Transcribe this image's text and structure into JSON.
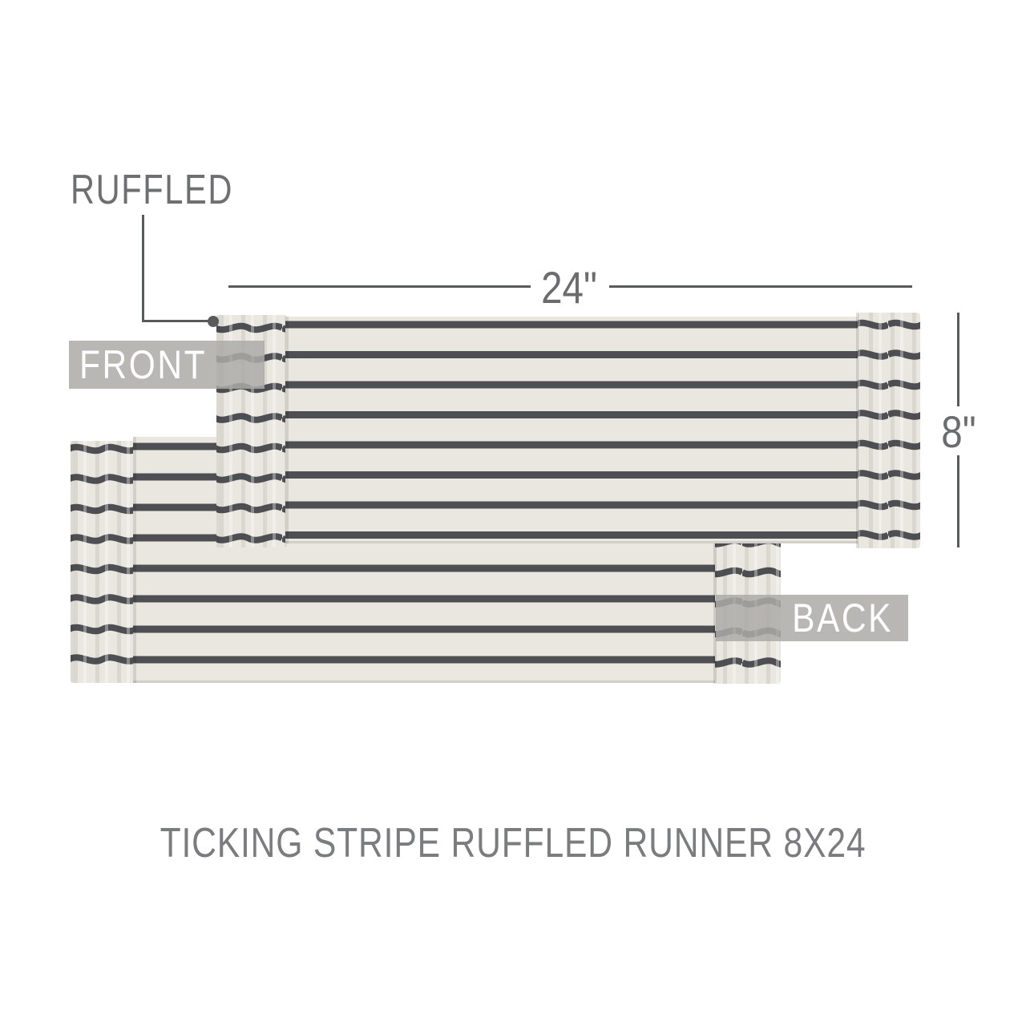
{
  "product_diagram": {
    "ruffled_callout": "RUFFLED",
    "front_view_label": "FRONT",
    "back_view_label": "BACK",
    "width_dimension": "24\"",
    "height_dimension": "8\"",
    "caption": "TICKING STRIPE RUFFLED RUNNER 8X24"
  },
  "colors": {
    "fabric_cream": "#eae7e0",
    "stripe_charcoal": "#4d4f52",
    "annotation_text_gray": "#6e6f71",
    "line_gray": "#595a5c",
    "badge_background": "#acaaa7",
    "badge_text": "#ffffff",
    "page_background": "#ffffff"
  }
}
